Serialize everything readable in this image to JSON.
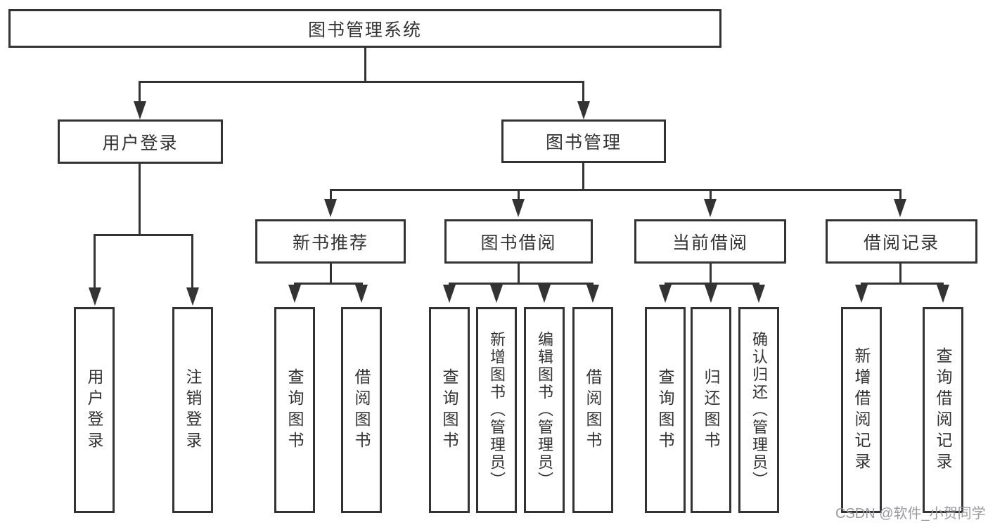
{
  "diagram_type": "hierarchy-tree",
  "tree": {
    "label": "图书管理系统",
    "children": [
      {
        "label": "用户登录",
        "children": [
          {
            "label": "用户登录"
          },
          {
            "label": "注销登录"
          }
        ]
      },
      {
        "label": "图书管理",
        "children": [
          {
            "label": "新书推荐",
            "children": [
              {
                "label": "查询图书"
              },
              {
                "label": "借阅图书"
              }
            ]
          },
          {
            "label": "图书借阅",
            "children": [
              {
                "label": "查询图书"
              },
              {
                "label": "新增图书（管理员）"
              },
              {
                "label": "编辑图书（管理员）"
              },
              {
                "label": "借阅图书"
              }
            ]
          },
          {
            "label": "当前借阅",
            "children": [
              {
                "label": "查询图书"
              },
              {
                "label": "归还图书"
              },
              {
                "label": "确认归还（管理员）"
              }
            ]
          },
          {
            "label": "借阅记录",
            "children": [
              {
                "label": "新增借阅记录"
              },
              {
                "label": "查询借阅记录"
              }
            ]
          }
        ]
      }
    ]
  },
  "watermark": {
    "text": "CSDN @软件_小贺同学"
  },
  "colors": {
    "line": "#333333",
    "text": "#333333",
    "box_background": "#ffffff",
    "watermark": "#9b9b9f"
  }
}
